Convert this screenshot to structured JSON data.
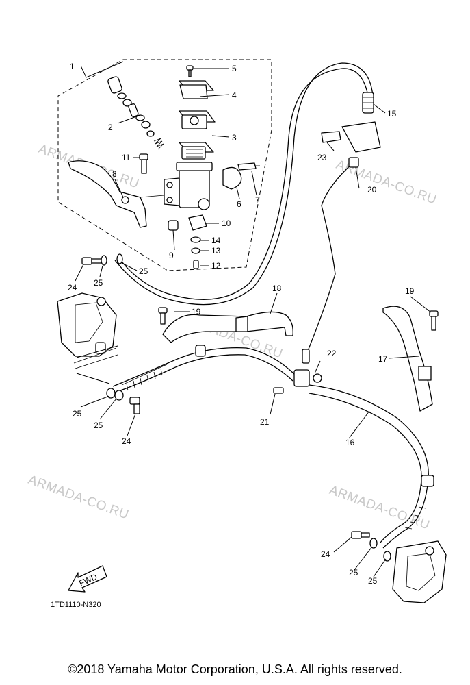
{
  "callouts": {
    "c1": "1",
    "c2": "2",
    "c3": "3",
    "c4": "4",
    "c5": "5",
    "c6": "6",
    "c7": "7",
    "c8": "8",
    "c9": "9",
    "c10": "10",
    "c11": "11",
    "c12": "12",
    "c13": "13",
    "c14": "14",
    "c15": "15",
    "c16": "16",
    "c17": "17",
    "c18": "18",
    "c19a": "19",
    "c19b": "19",
    "c20": "20",
    "c21": "21",
    "c22": "22",
    "c23": "23",
    "c24a": "24",
    "c24b": "24",
    "c24c": "24",
    "c25a": "25",
    "c25b": "25",
    "c25c": "25",
    "c25d": "25",
    "c25e": "25",
    "c25f": "25"
  },
  "watermarks": {
    "w1": "ARMADA-CO.RU",
    "w2": "ARMADA-CO.RU",
    "w3": "ARMADA-CO.RU",
    "w4": "ARMADA-CO.RU",
    "w5": "ARMADA-CO.RU"
  },
  "fwd_label": "FWD",
  "diagram_code": "1TD1110-N320",
  "copyright": "©2018 Yamaha Motor Corporation, U.S.A. All rights reserved."
}
